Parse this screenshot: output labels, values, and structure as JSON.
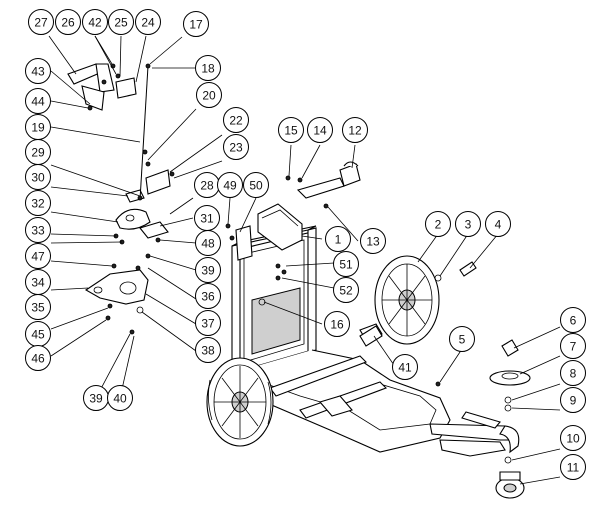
{
  "callouts": [
    {
      "label": "1"
    },
    {
      "label": "2"
    },
    {
      "label": "3"
    },
    {
      "label": "4"
    },
    {
      "label": "5"
    },
    {
      "label": "6"
    },
    {
      "label": "7"
    },
    {
      "label": "8"
    },
    {
      "label": "9"
    },
    {
      "label": "10"
    },
    {
      "label": "11"
    },
    {
      "label": "12"
    },
    {
      "label": "13"
    },
    {
      "label": "14"
    },
    {
      "label": "15"
    },
    {
      "label": "16"
    },
    {
      "label": "17"
    },
    {
      "label": "18"
    },
    {
      "label": "19"
    },
    {
      "label": "20"
    },
    {
      "label": "22"
    },
    {
      "label": "23"
    },
    {
      "label": "24"
    },
    {
      "label": "25"
    },
    {
      "label": "26"
    },
    {
      "label": "27"
    },
    {
      "label": "28"
    },
    {
      "label": "29"
    },
    {
      "label": "30"
    },
    {
      "label": "31"
    },
    {
      "label": "32"
    },
    {
      "label": "33"
    },
    {
      "label": "34"
    },
    {
      "label": "35"
    },
    {
      "label": "36"
    },
    {
      "label": "37"
    },
    {
      "label": "38"
    },
    {
      "label": "39"
    },
    {
      "label": "39"
    },
    {
      "label": "40"
    },
    {
      "label": "41"
    },
    {
      "label": "42"
    },
    {
      "label": "43"
    },
    {
      "label": "44"
    },
    {
      "label": "45"
    },
    {
      "label": "46"
    },
    {
      "label": "47"
    },
    {
      "label": "48"
    },
    {
      "label": "49"
    },
    {
      "label": "50"
    },
    {
      "label": "51"
    },
    {
      "label": "52"
    }
  ]
}
